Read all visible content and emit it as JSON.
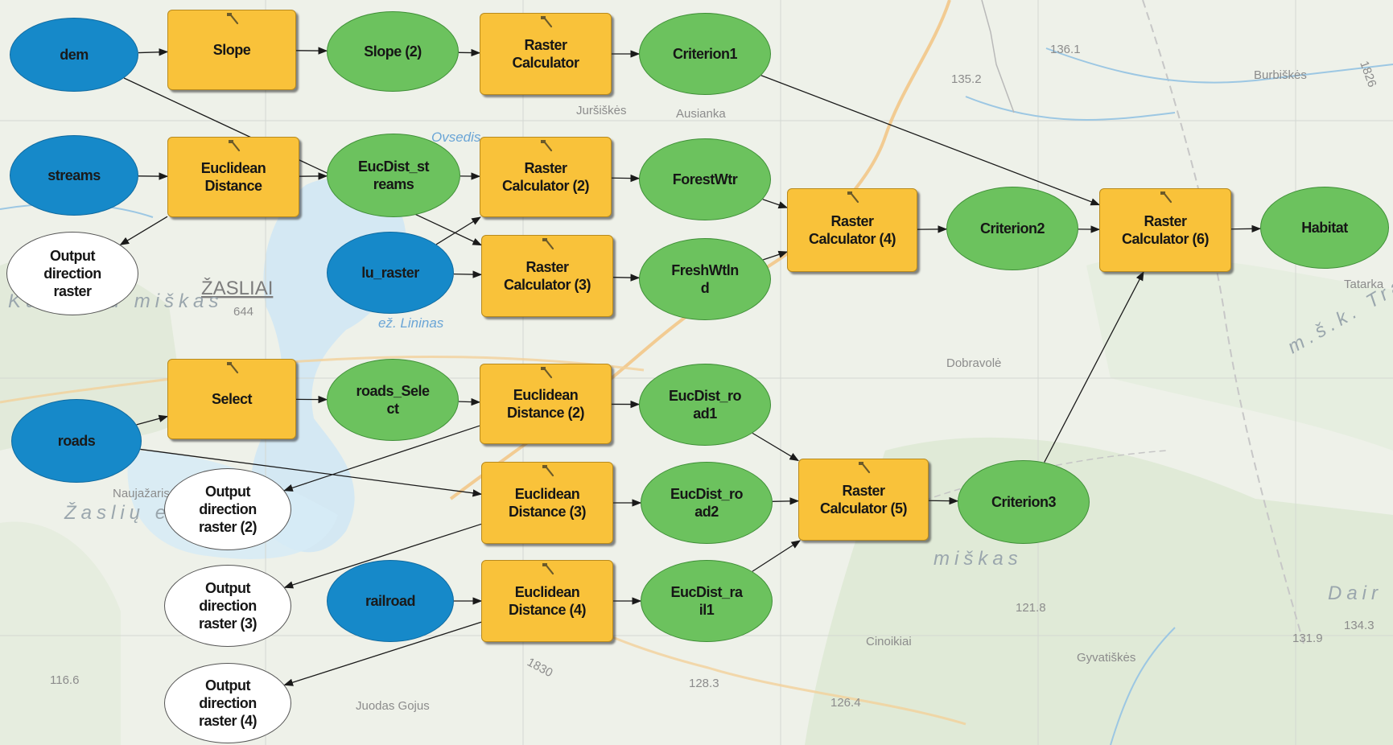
{
  "diagram": {
    "nodes": {
      "dem": {
        "label": "dem"
      },
      "streams": {
        "label": "streams"
      },
      "out_dir_1": {
        "label": "Output\ndirection\nraster"
      },
      "lu_raster": {
        "label": "lu_raster"
      },
      "roads": {
        "label": "roads"
      },
      "out_dir_2": {
        "label": "Output\ndirection\nraster (2)"
      },
      "out_dir_3": {
        "label": "Output\ndirection\nraster (3)"
      },
      "railroad": {
        "label": "railroad"
      },
      "out_dir_4": {
        "label": "Output\ndirection\nraster (4)"
      },
      "slope": {
        "label": "Slope"
      },
      "euc1": {
        "label": "Euclidean\nDistance"
      },
      "select": {
        "label": "Select"
      },
      "slope2": {
        "label": "Slope (2)"
      },
      "eucdist_streams": {
        "label": "EucDist_st\nreams"
      },
      "roads_select": {
        "label": "roads_Sele\nct"
      },
      "rc1": {
        "label": "Raster\nCalculator"
      },
      "rc2": {
        "label": "Raster\nCalculator (2)"
      },
      "rc3": {
        "label": "Raster\nCalculator (3)"
      },
      "euc2": {
        "label": "Euclidean\nDistance (2)"
      },
      "euc3": {
        "label": "Euclidean\nDistance (3)"
      },
      "euc4": {
        "label": "Euclidean\nDistance (4)"
      },
      "criterion1": {
        "label": "Criterion1"
      },
      "forestwtr": {
        "label": "ForestWtr"
      },
      "freshwtlnd": {
        "label": "FreshWtln\nd"
      },
      "eucdist_road1": {
        "label": "EucDist_ro\nad1"
      },
      "eucdist_road2": {
        "label": "EucDist_ro\nad2"
      },
      "eucdist_rail1": {
        "label": "EucDist_ra\nil1"
      },
      "rc4": {
        "label": "Raster\nCalculator (4)"
      },
      "rc5": {
        "label": "Raster\nCalculator (5)"
      },
      "criterion2": {
        "label": "Criterion2"
      },
      "criterion3": {
        "label": "Criterion3"
      },
      "rc6": {
        "label": "Raster\nCalculator (6)"
      },
      "habitat": {
        "label": "Habitat"
      }
    },
    "edges": [
      [
        "dem",
        "slope"
      ],
      [
        "slope",
        "slope2"
      ],
      [
        "slope2",
        "rc1"
      ],
      [
        "rc1",
        "criterion1"
      ],
      [
        "criterion1",
        "rc6"
      ],
      [
        "dem",
        "rc3"
      ],
      [
        "streams",
        "euc1"
      ],
      [
        "euc1",
        "eucdist_streams"
      ],
      [
        "euc1",
        "out_dir_1"
      ],
      [
        "eucdist_streams",
        "rc2"
      ],
      [
        "lu_raster",
        "rc2"
      ],
      [
        "lu_raster",
        "rc3"
      ],
      [
        "rc2",
        "forestwtr"
      ],
      [
        "rc3",
        "freshwtlnd"
      ],
      [
        "forestwtr",
        "rc4"
      ],
      [
        "freshwtlnd",
        "rc4"
      ],
      [
        "rc4",
        "criterion2"
      ],
      [
        "criterion2",
        "rc6"
      ],
      [
        "rc6",
        "habitat"
      ],
      [
        "roads",
        "select"
      ],
      [
        "select",
        "roads_select"
      ],
      [
        "roads_select",
        "euc2"
      ],
      [
        "euc2",
        "eucdist_road1"
      ],
      [
        "euc2",
        "out_dir_2"
      ],
      [
        "roads",
        "euc3"
      ],
      [
        "euc3",
        "eucdist_road2"
      ],
      [
        "euc3",
        "out_dir_3"
      ],
      [
        "railroad",
        "euc4"
      ],
      [
        "euc4",
        "eucdist_rail1"
      ],
      [
        "euc4",
        "out_dir_4"
      ],
      [
        "eucdist_road1",
        "rc5"
      ],
      [
        "eucdist_road2",
        "rc5"
      ],
      [
        "eucdist_rail1",
        "rc5"
      ],
      [
        "rc5",
        "criterion3"
      ],
      [
        "criterion3",
        "rc6"
      ]
    ]
  },
  "colors": {
    "input_data": "#1689c9",
    "derived_data": "#6cc25e",
    "tool": "#f9c23a",
    "output_unused": "#ffffff",
    "connector": "#1a1a1a"
  },
  "basemap": {
    "labels": {
      "zasliai": "ŽASLIAI",
      "kuturoku": "Kuturoku miškas",
      "ovsedis": "Ovsedis",
      "ez_lininas": "ež. Lininas",
      "zasliu_ez": "Žaslių ež.",
      "jursiskes": "Juršiškės",
      "ausianka": "Ausianka",
      "dobravole": "Dobravolė",
      "burbiskes": "Burbiškės",
      "tatarka": "Tatarka",
      "msk_trak": "m.š.k. Trak",
      "dair": "Dair",
      "gyvatiskes": "Gyvatiškės",
      "cinoikiai": "Cinoikiai",
      "juodas_gojus": "Juodas Gojus",
      "naujazaris": "Naujažaris",
      "miskas": "miškas",
      "label_644": "644",
      "label_135_2": "135.2",
      "label_136_1": "136.1",
      "label_1826": "1826",
      "label_131_9": "131.9",
      "label_134_3": "134.3",
      "label_121_8": "121.8",
      "label_126_4": "126.4",
      "label_128_3": "128.3",
      "label_116_6": "116.6",
      "label_1830": "1830"
    }
  }
}
